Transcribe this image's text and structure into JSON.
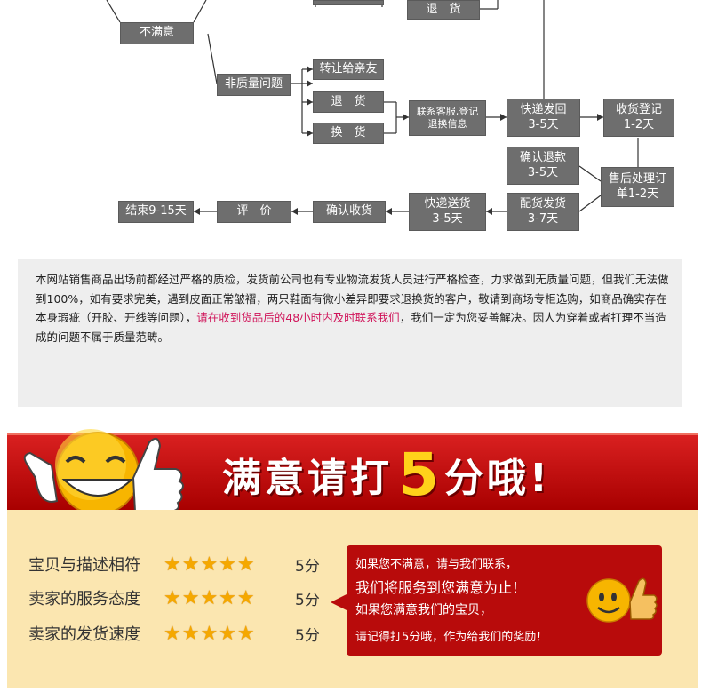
{
  "flowchart": {
    "return_top": "退　货",
    "dissatisfied": "不满意",
    "non_quality": "非质量问题",
    "transfer": "转让给亲友",
    "return": "退　货",
    "exchange": "换　货",
    "contact": "联系客服,登记退换信息",
    "express_back": "快递发回\n3-5天",
    "receive_register": "收货登记\n1-2天",
    "confirm_refund": "确认退款\n3-5天",
    "after_sales": "售后处理订单1-2天",
    "ship_goods": "配货发货\n3-7天",
    "express_send": "快递送货\n3-5天",
    "confirm_receipt": "确认收货",
    "review": "评　价",
    "end": "结束9-15天"
  },
  "notice": {
    "text_normal": "本网站销售商品出场前都经过严格的质检，发货前公司也有专业物流发货人员进行严格检查，力求做到无质量问题，但我们无法做到100%，如有要求完美，遇到皮面正常皱褶，两只鞋面有微小差异即要求退换货的客户，敬请到商场专柜选购，如商品确实存在本身瑕疵（开胶、开线等问题），",
    "text_red": "请在收到货品后的48小时内及时联系我们",
    "text_end": "，我们一定为您妥善解决。因人为穿着或者打理不当造成的问题不属于质量范畴。"
  },
  "banner": {
    "before": "满意请打",
    "five": "5",
    "after": "分哦!"
  },
  "ratings": [
    {
      "label": "宝贝与描述相符",
      "stars": 5,
      "score": "5分"
    },
    {
      "label": "卖家的服务态度",
      "stars": 5,
      "score": "5分"
    },
    {
      "label": "卖家的发货速度",
      "stars": 5,
      "score": "5分"
    }
  ],
  "message": {
    "line1": "如果您不满意，请与我们联系，",
    "line2": "我们将服务到您满意为止！",
    "line3": "如果您满意我们的宝贝，",
    "line4": "请记得打5分哦，作为给我们的奖励！"
  },
  "colors": {
    "box": "#6e6e6e",
    "banner": "#c41414",
    "star": "#f5a800",
    "highlight": "#d0145a"
  }
}
